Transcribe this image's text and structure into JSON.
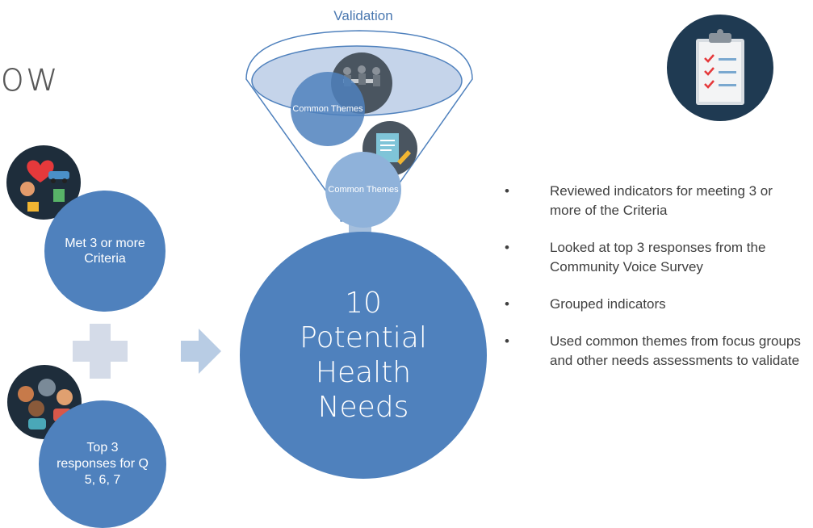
{
  "title_fragment": "ow",
  "funnel": {
    "label": "Validation",
    "theme_1": "Common Themes",
    "theme_2": "Common Themes"
  },
  "inputs": {
    "criteria": "Met 3 or more Criteria",
    "survey": "Top 3 responses for Q 5, 6, 7"
  },
  "result": {
    "line1": "10",
    "line2": "Potential",
    "line3": "Health",
    "line4": "Needs"
  },
  "bullets": [
    "Reviewed indicators for meeting 3 or more of the Criteria",
    "Looked at top 3 responses from the Community Voice Survey",
    "Grouped indicators",
    "Used common themes from focus groups and other needs assessments to validate"
  ],
  "colors": {
    "circle_blue": "#4f81bd",
    "light_blue": "#8fb2da",
    "plus_gray": "#d0d8e8",
    "arrow_blue": "#b8cce4",
    "icon_navy": "#1f3a52"
  },
  "icons": [
    "clipboard-checklist-icon",
    "meeting-people-icon",
    "document-pen-icon",
    "health-transport-collage-icon",
    "community-people-icon"
  ]
}
